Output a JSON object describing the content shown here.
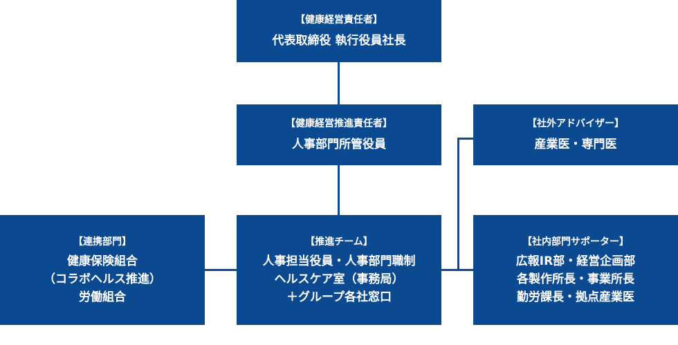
{
  "boxes": {
    "top": {
      "heading": "【健康経営責任者】",
      "lines": [
        "代表取締役 執行役員社長"
      ]
    },
    "middle": {
      "heading": "【健康経営推進責任者】",
      "lines": [
        "人事部門所管役員"
      ]
    },
    "advisor": {
      "heading": "【社外アドバイザー】",
      "lines": [
        "産業医・専門医"
      ]
    },
    "left": {
      "heading": "【連携部門】",
      "lines": [
        "健康保険組合",
        "（コラボヘルス推進）",
        "労働組合"
      ]
    },
    "center": {
      "heading": "【推進チーム】",
      "lines": [
        "人事担当役員・人事部門職制",
        "ヘルスケア室（事務局）",
        "＋グループ各社窓口"
      ]
    },
    "right": {
      "heading": "【社内部門サポーター】",
      "lines": [
        "広報IR部・経営企画部",
        "各製作所長・事業所長",
        "勤労課長・拠点産業医"
      ]
    }
  },
  "colors": {
    "box_fill": "#0b4a91",
    "text": "#ffffff",
    "connector": "#0b4a91"
  }
}
